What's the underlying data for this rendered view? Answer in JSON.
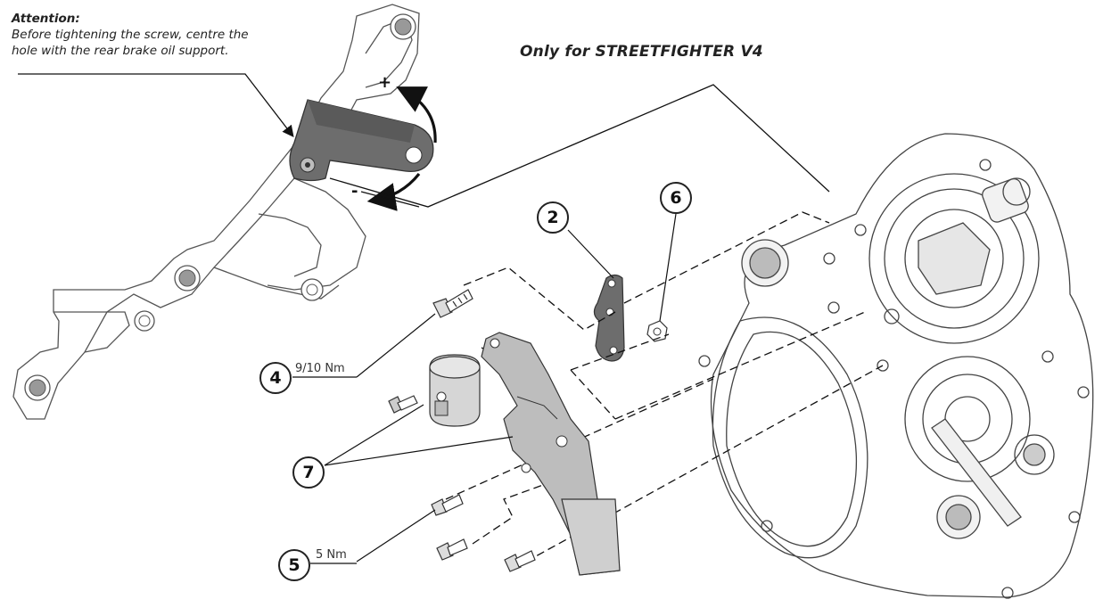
{
  "note": {
    "heading": "Attention:",
    "line1": "Before tightening the screw, centre the",
    "line2": "hole with the rear brake oil support."
  },
  "title": "Only for STREETFIGHTER V4",
  "adjust": {
    "plus": "+",
    "minus": "-"
  },
  "callouts": [
    {
      "id": "2",
      "label": "2"
    },
    {
      "id": "6",
      "label": "6"
    },
    {
      "id": "4",
      "label": "4",
      "torque": "9/10 Nm"
    },
    {
      "id": "7",
      "label": "7"
    },
    {
      "id": "5",
      "label": "5",
      "torque": "5 Nm"
    }
  ]
}
